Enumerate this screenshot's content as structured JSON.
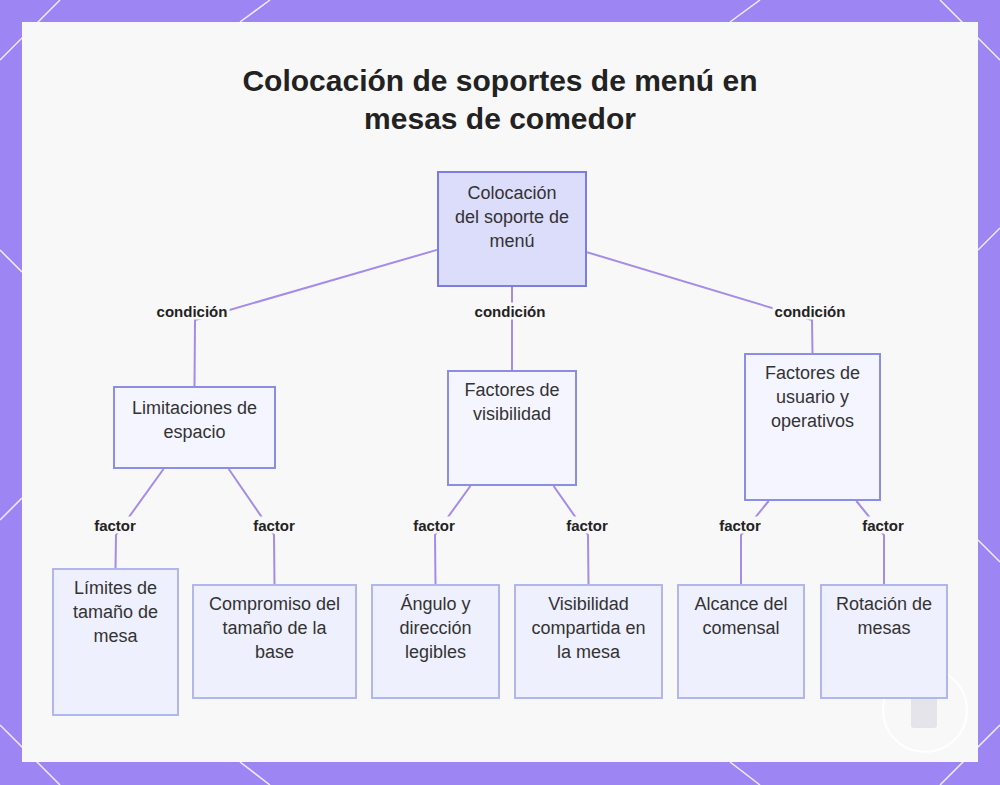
{
  "diagram": {
    "title": "Colocación de soportes de menú en mesas de comedor",
    "nodes": [
      {
        "text": [
          "Colocación del soporte de menú"
        ]
      },
      {
        "text": [
          "Limitaciones de espacio"
        ]
      },
      {
        "text": [
          "Factores de visibilidad"
        ]
      },
      {
        "text": [
          "Factores de usuario y operativos"
        ]
      },
      {
        "text": [
          "Límites de tamaño de mesa"
        ]
      },
      {
        "text": [
          "Compromiso del tamaño de la base"
        ]
      },
      {
        "text": [
          "Ángulo y dirección legibles"
        ]
      },
      {
        "text": [
          "Visibilidad compartida en la mesa"
        ]
      },
      {
        "text": [
          "Alcance del comensal"
        ]
      },
      {
        "text": [
          "Rotación de mesas"
        ]
      }
    ],
    "edges": [
      {
        "from": 0,
        "to": 1,
        "arrow": "none",
        "label": "condición"
      },
      {
        "from": 0,
        "to": 2,
        "arrow": "none",
        "label": "condición"
      },
      {
        "from": 0,
        "to": 3,
        "arrow": "none",
        "label": "condición"
      },
      {
        "from": 1,
        "to": 4,
        "arrow": "none",
        "label": "factor"
      },
      {
        "from": 1,
        "to": 5,
        "arrow": "none",
        "label": "factor"
      },
      {
        "from": 2,
        "to": 6,
        "arrow": "none",
        "label": "factor"
      },
      {
        "from": 2,
        "to": 7,
        "arrow": "none",
        "label": "factor"
      },
      {
        "from": 3,
        "to": 8,
        "arrow": "none",
        "label": "factor"
      },
      {
        "from": 3,
        "to": 9,
        "arrow": "none",
        "label": "factor"
      }
    ]
  }
}
